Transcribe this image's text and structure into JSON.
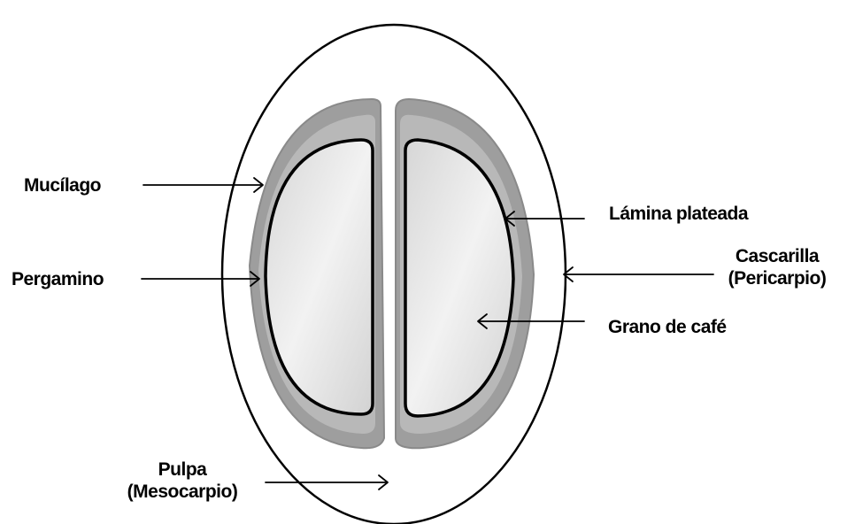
{
  "labels": {
    "mucilago": "Mucílago",
    "pergamino": "Pergamino",
    "lamina_plateada": "Lámina plateada",
    "cascarilla_line1": "Cascarilla",
    "cascarilla_line2": "(Pericarpio)",
    "grano_de_cafe": "Grano de café",
    "pulpa_line1": "Pulpa",
    "pulpa_line2": "(Mesocarpio)"
  }
}
